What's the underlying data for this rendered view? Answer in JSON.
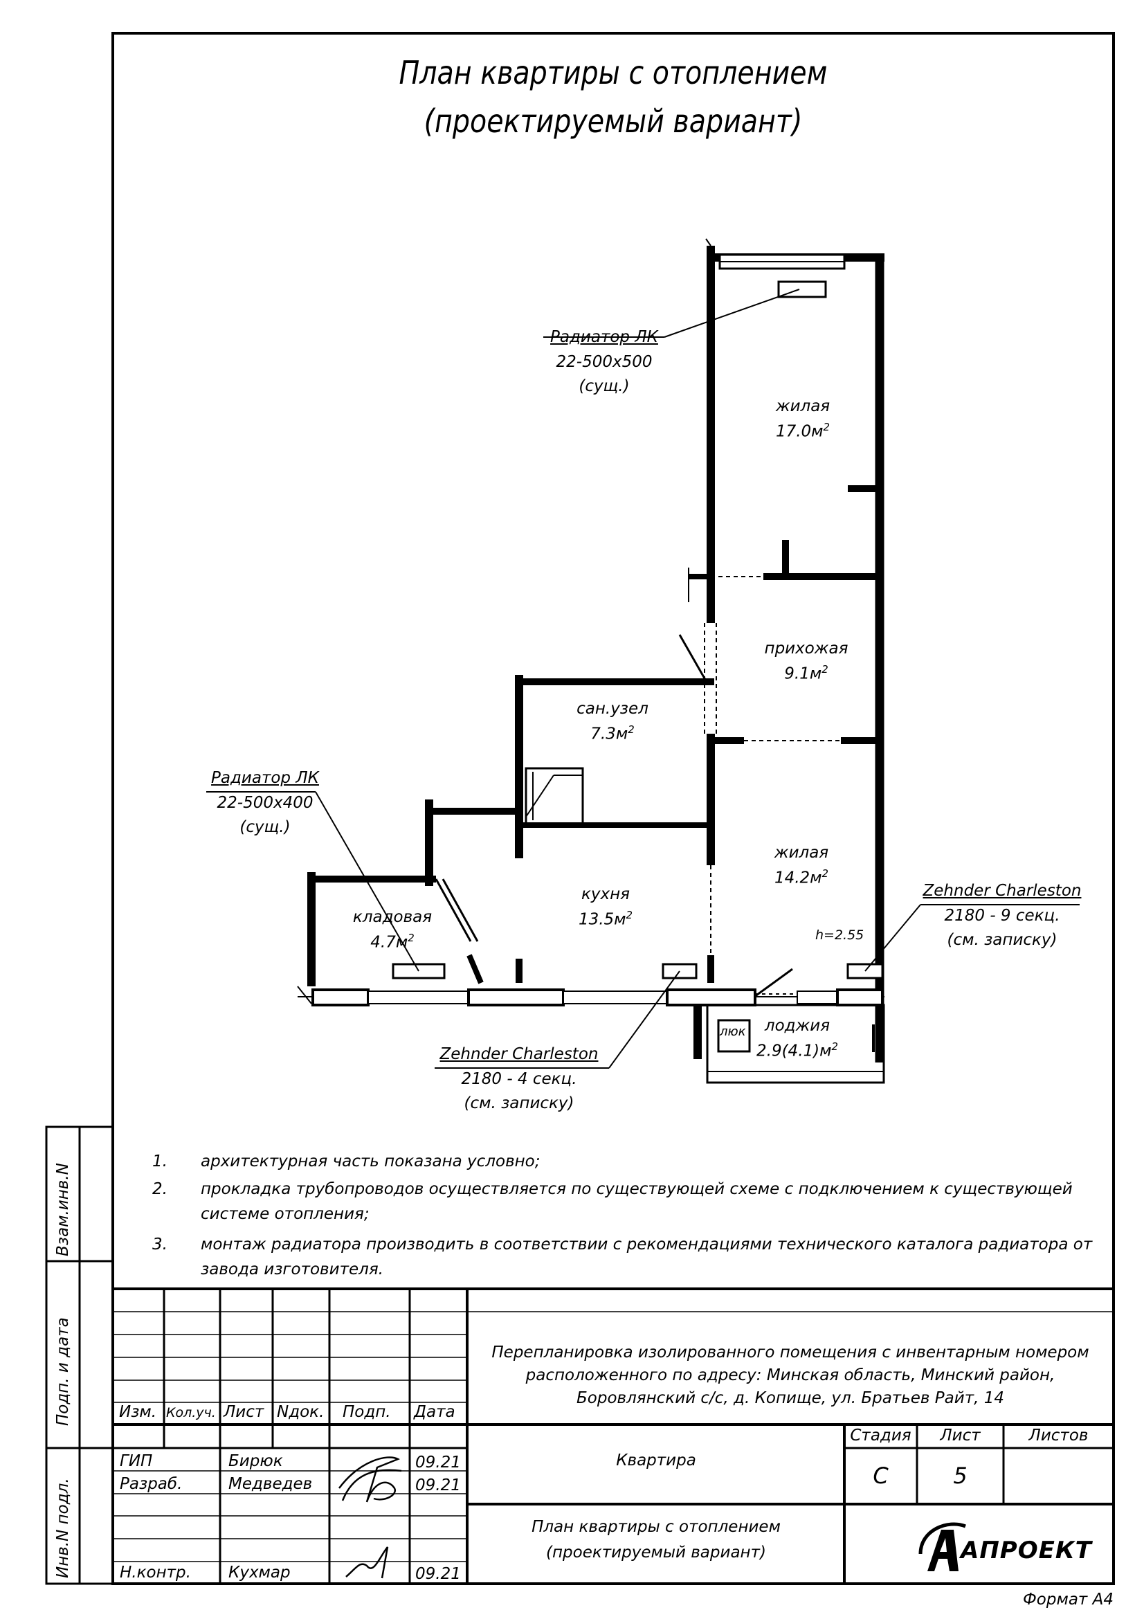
{
  "title": {
    "line1": "План квартиры с отоплением",
    "line2": "(проектируемый вариант)"
  },
  "rooms": {
    "living_top": {
      "name": "жилая",
      "area": "17.0",
      "unit": "м",
      "exp": "2"
    },
    "hall": {
      "name": "прихожая",
      "area": "9.1",
      "unit": "м",
      "exp": "2"
    },
    "bathroom": {
      "name": "сан.узел",
      "area": "7.3",
      "unit": "м",
      "exp": "2"
    },
    "living_bottom": {
      "name": "жилая",
      "area": "14.2",
      "unit": "м",
      "exp": "2"
    },
    "kitchen": {
      "name": "кухня",
      "area": "13.5",
      "unit": "м",
      "exp": "2"
    },
    "storage": {
      "name": "кладовая",
      "area": "4.7",
      "unit": "м",
      "exp": "2"
    },
    "loggia": {
      "name": "лоджия",
      "area": "2.9(4.1)",
      "unit": "м",
      "exp": "2"
    },
    "height": "h=2.55",
    "hatch": "люк"
  },
  "radiators": {
    "top": {
      "title": "Радиатор ЛК",
      "spec": "22-500х500",
      "note": "(сущ.)"
    },
    "left": {
      "title": "Радиатор ЛК",
      "spec": "22-500х400",
      "note": "(сущ.)"
    },
    "right": {
      "title": "Zehnder Charleston",
      "spec": "2180 - 9 секц.",
      "note": "(см. записку)"
    },
    "bottom": {
      "title": "Zehnder Charleston",
      "spec": "2180 - 4 секц.",
      "note": "(см. записку)"
    }
  },
  "notes": [
    {
      "num": "1.",
      "text": "архитектурная часть показана условно;"
    },
    {
      "num": "2.",
      "text": "прокладка трубопроводов осуществляется по существующей схеме с подключением к существующей системе отопления;"
    },
    {
      "num": "3.",
      "text": "монтаж радиатора производить в соответствии с рекомендациями технического каталога радиатора от завода изготовителя."
    }
  ],
  "side_labels": {
    "vzam": "Взам.инв.N",
    "podp": "Подп. и дата",
    "inv": "Инв.N подл."
  },
  "stamp": {
    "headers": [
      "Изм.",
      "Кол.уч.",
      "Лист",
      "Nдок.",
      "Подп.",
      "Дата"
    ],
    "project": "Перепланировка изолированного помещения с инвентарным номером расположенного по адресу: Минская область, Минский район, Боровлянский с/с, д. Копище, ул. Братьев Райт, 14",
    "object": "Квартира",
    "sheet_title_1": "План квартиры с отоплением",
    "sheet_title_2": "(проектируемый вариант)",
    "stage_label": "Стадия",
    "sheet_label": "Лист",
    "sheets_label": "Листов",
    "stage": "С",
    "sheet": "5",
    "sheets": "",
    "people": [
      {
        "role": "ГИП",
        "name": "Бирюк",
        "date": "09.21"
      },
      {
        "role": "Разраб.",
        "name": "Медведев",
        "date": "09.21"
      },
      {
        "role": "Н.контр.",
        "name": "Кухмар",
        "date": "09.21"
      }
    ],
    "logo": "АПРОЕКТ"
  },
  "format": "Формат А4"
}
